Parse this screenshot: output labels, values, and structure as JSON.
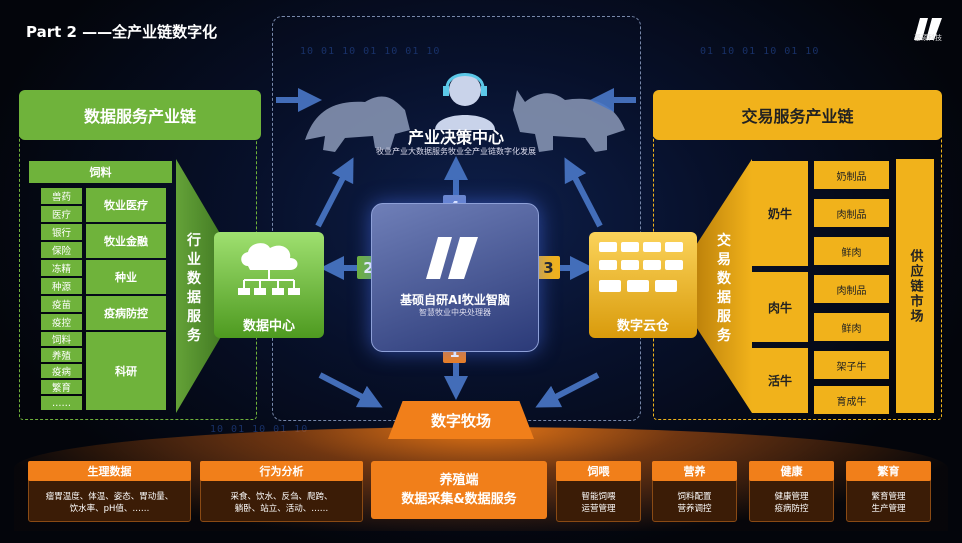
{
  "header": {
    "title": "Part 2 ——全产业链数字化",
    "logo_text": "基硕科技"
  },
  "decision": {
    "title": "产业决策中心",
    "subtitle": "牧业产业大数据服务牧业全产业链数字化发展"
  },
  "center": {
    "title": "基硕自研AI牧业智脑",
    "subtitle": "智慧牧业中央处理器"
  },
  "numbers": [
    "1",
    "2",
    "3",
    "4"
  ],
  "left": {
    "header": "数据服务产业链",
    "vertical": "行业数据服务",
    "hub": "数据中心",
    "feed_label": "饲料",
    "groups": [
      {
        "category": "牧业医疗",
        "items": [
          "兽药",
          "医疗"
        ]
      },
      {
        "category": "牧业金融",
        "items": [
          "银行",
          "保险"
        ]
      },
      {
        "category": "种业",
        "items": [
          "冻精",
          "种源"
        ]
      },
      {
        "category": "疫病防控",
        "items": [
          "疫苗",
          "疫控"
        ]
      },
      {
        "category": "科研",
        "items": [
          "饲料",
          "养殖",
          "疫病",
          "繁育",
          "……"
        ]
      }
    ]
  },
  "right": {
    "header": "交易服务产业链",
    "vertical": "交易数据服务",
    "hub": "数字云仓",
    "supply": "供应链市场",
    "groups": [
      {
        "category": "奶牛",
        "items": [
          "奶制品",
          "肉制品",
          "鲜肉"
        ]
      },
      {
        "category": "肉牛",
        "items": [
          "肉制品",
          "鲜肉"
        ]
      },
      {
        "category": "活牛",
        "items": [
          "架子牛",
          "育成牛"
        ]
      }
    ]
  },
  "bottom": {
    "header": "数字牧场",
    "center_lines": [
      "养殖端",
      "数据采集&数据服务"
    ],
    "cards": [
      {
        "title": "生理数据",
        "lines": [
          "瘤胃温度、体温、姿态、胃动量、",
          "饮水率、pH值、……"
        ]
      },
      {
        "title": "行为分析",
        "lines": [
          "采食、饮水、反刍、爬跨、",
          "躺卧、站立、活动、……"
        ]
      },
      {
        "title": "饲喂",
        "lines": [
          "智能饲喂",
          "运营管理"
        ]
      },
      {
        "title": "营养",
        "lines": [
          "饲料配置",
          "营养调控"
        ]
      },
      {
        "title": "健康",
        "lines": [
          "健康管理",
          "疫病防控"
        ]
      },
      {
        "title": "繁育",
        "lines": [
          "繁育管理",
          "生产管理"
        ]
      }
    ]
  },
  "colors": {
    "green": "#6fb33b",
    "yellow": "#f1b21b",
    "orange": "#f17f1a",
    "navy": "#2b3a78"
  }
}
